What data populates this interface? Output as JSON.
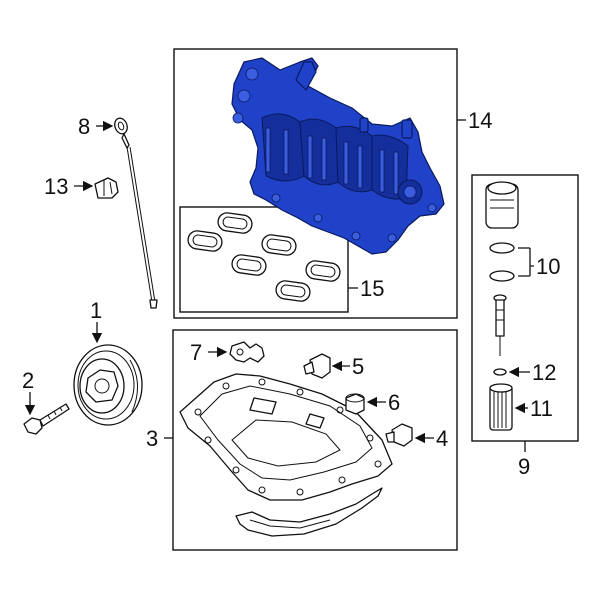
{
  "callouts": {
    "c1": "1",
    "c2": "2",
    "c3": "3",
    "c4": "4",
    "c5": "5",
    "c6": "6",
    "c7": "7",
    "c8": "8",
    "c9": "9",
    "c10": "10",
    "c11": "11",
    "c12": "12",
    "c13": "13",
    "c14": "14",
    "c15": "15"
  },
  "colors": {
    "highlight_part": "#1f42c8",
    "line": "#111111",
    "background": "#ffffff"
  }
}
